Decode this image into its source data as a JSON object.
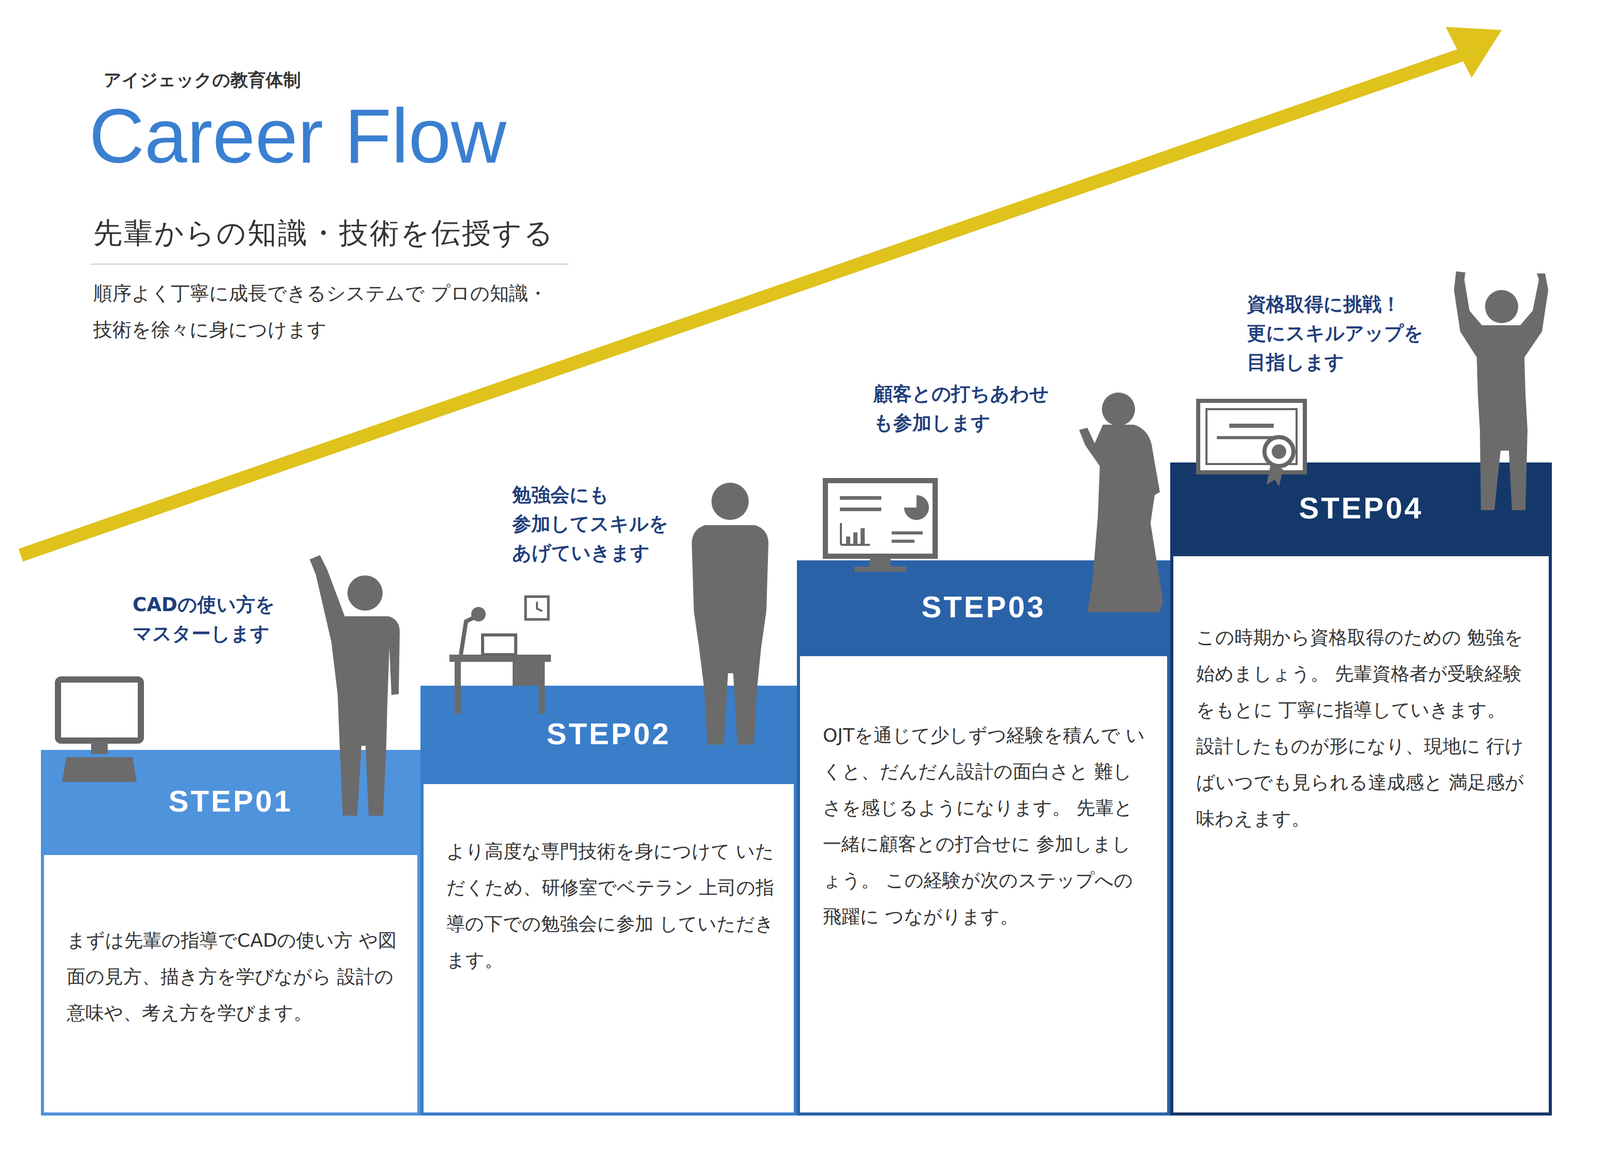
{
  "diagram": {
    "title": "Career Flow",
    "nodes": [
      {
        "text": [
          "STEP01",
          "まずは先輩の指導でCADの使い方 や図面の見方、描き方を学びながら 設計の意味や、考え方を学びます。"
        ]
      },
      {
        "text": [
          "STEP02",
          "より高度な専門技術を身につけて いただくため、研修室でベテラン 上司の指導の下での勉強会に参加 していただきます。"
        ]
      },
      {
        "text": [
          "STEP03",
          "OJTを通じて少しずつ経験を積んで いくと、だんだん設計の面白さと 難しさを感じるようになります。 先輩と一緒に顧客との打合せに 参加しましょう。 この経験が次のステップへの飛躍に つながります。"
        ]
      },
      {
        "text": [
          "STEP04",
          "この時期から資格取得のための 勉強を始めましょう。 先輩資格者が受験経験をもとに 丁寧に指導していきます。 設計したものが形になり、現地に 行けばいつでも見られる達成感と 満足感が味わえます。"
        ]
      }
    ],
    "labels": [
      "アイジェックの教育体制",
      "先輩からの知識・技術を伝授する",
      "順序よく丁寧に成長できるシステムで プロの知識・技術を徐々に身につけます",
      "CADの使い方を マスターします",
      "勉強会にも 参加してスキルを あげていきます",
      "顧客との打ちあわせ も参加します",
      "資格取得に挑戦！ 更にスキルアップを 目指します"
    ]
  }
}
